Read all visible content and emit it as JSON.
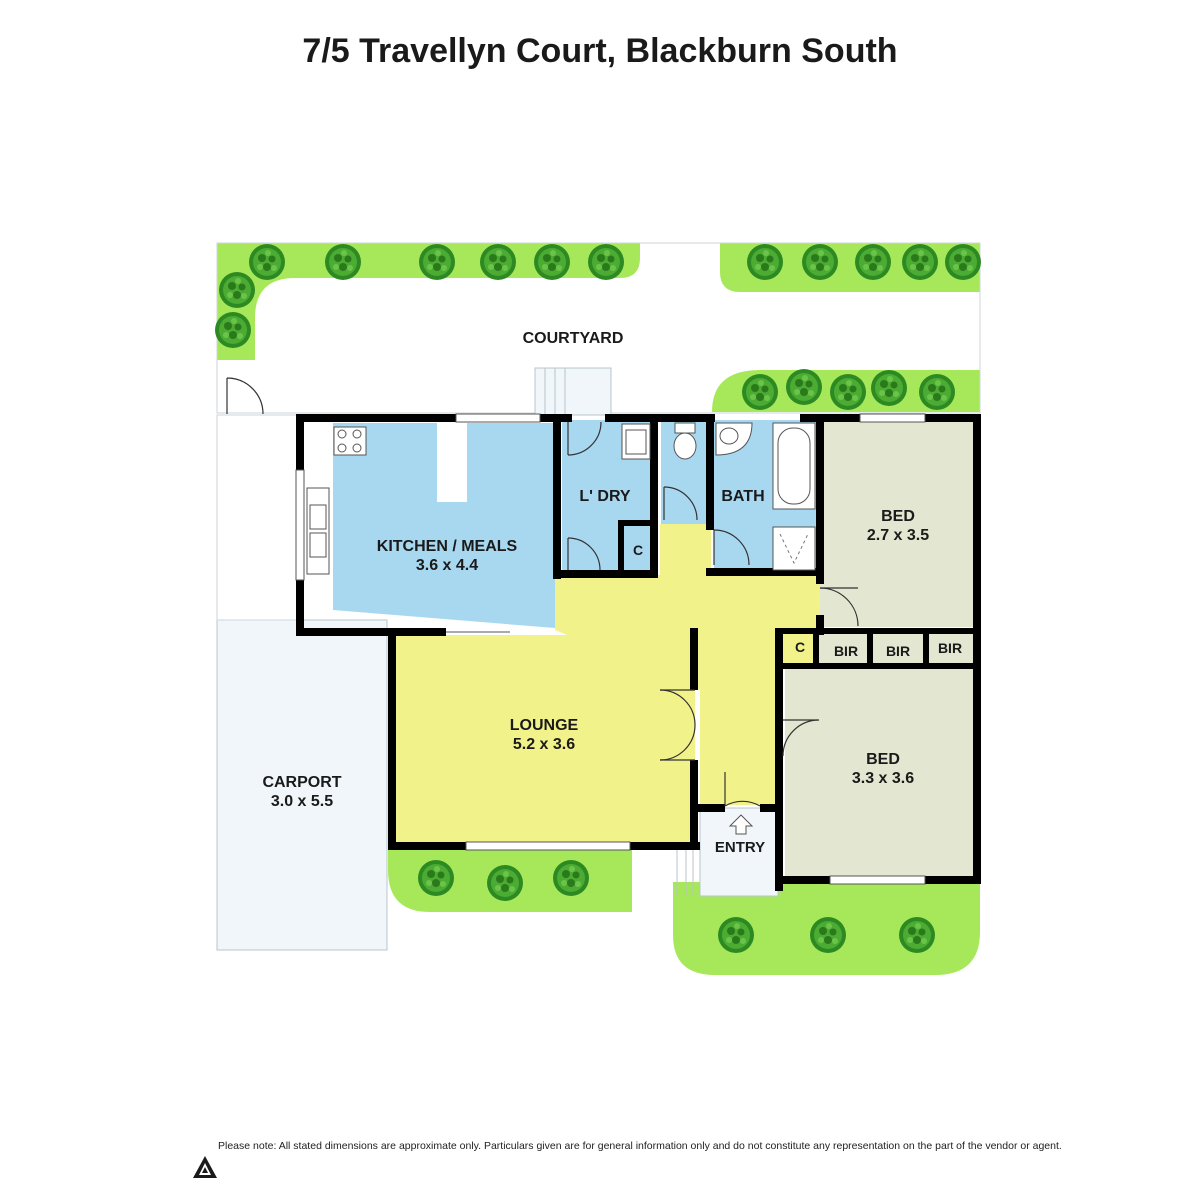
{
  "title": "7/5 Travellyn Court, Blackburn South",
  "rooms": {
    "courtyard": {
      "name": "COURTYARD"
    },
    "kitchen": {
      "name": "KITCHEN / MEALS",
      "dims": "3.6 x 4.4"
    },
    "laundry": {
      "name": "L' DRY"
    },
    "cupboard": {
      "name": "C"
    },
    "bath": {
      "name": "BATH"
    },
    "bed1": {
      "name": "BED",
      "dims": "2.7 x 3.5"
    },
    "cupboard2": {
      "name": "C"
    },
    "bir1": {
      "name": "BIR"
    },
    "bir2": {
      "name": "BIR"
    },
    "bir3": {
      "name": "BIR"
    },
    "lounge": {
      "name": "LOUNGE",
      "dims": "5.2 x 3.6"
    },
    "bed2": {
      "name": "BED",
      "dims": "3.3 x 3.6"
    },
    "carport": {
      "name": "CARPORT",
      "dims": "3.0 x 5.5"
    },
    "entry": {
      "name": "ENTRY"
    }
  },
  "disclaimer": "Please note: All stated dimensions are approximate only. Particulars given are for general information only and do not constitute any representation on the part of the vendor or agent.",
  "colors": {
    "kitchen": "#a8d8f0",
    "hall": "#f2f28a",
    "bedroom": "#e3e6d0",
    "garden": "#a6e85a",
    "carport": "#f0f6f9",
    "wall": "#000000"
  },
  "icons": [
    "bush-icon",
    "cooktop-icon",
    "sink-icon",
    "toilet-icon",
    "bathtub-icon",
    "shower-icon",
    "entry-arrow-icon",
    "logo-icon"
  ]
}
